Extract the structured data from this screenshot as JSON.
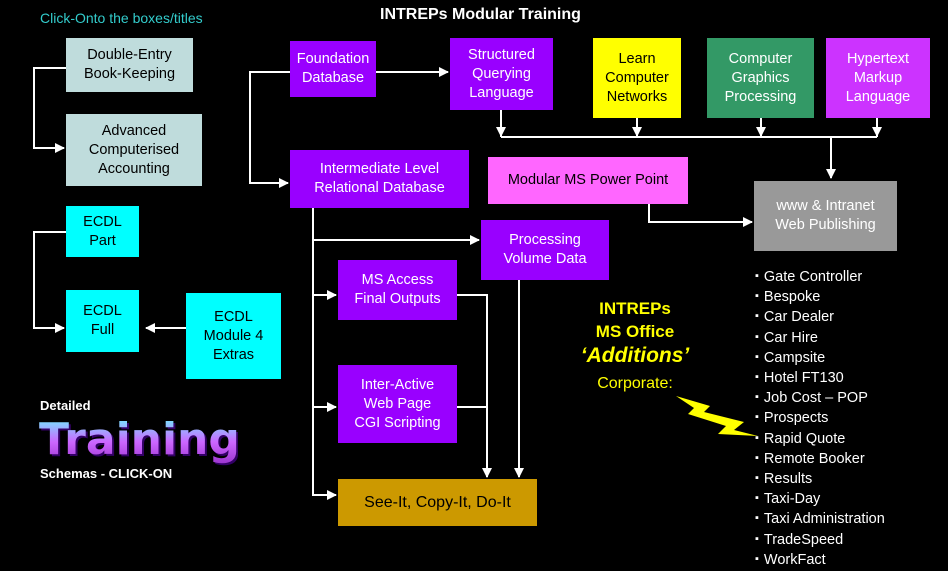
{
  "header": {
    "title": "INTREPs Modular Training",
    "click_hint": "Click-Onto the boxes/titles"
  },
  "colors": {
    "background": "#000000",
    "light_teal": "#bfdcdc",
    "cyan": "#00ffff",
    "purple": "#9900ff",
    "yellow": "#ffff00",
    "green": "#339966",
    "magenta": "#cc33ff",
    "pink": "#ff66ff",
    "grey": "#999999",
    "gold": "#cc9900",
    "hint_text": "#33cccc",
    "additions_text": "#ffff00"
  },
  "modules": {
    "double_entry": "Double-Entry\nBook-Keeping",
    "advanced_accounting": "Advanced\nComputerised\nAccounting",
    "ecdl_part": "ECDL\nPart",
    "ecdl_full": "ECDL\nFull",
    "ecdl_module4": "ECDL\nModule 4\nExtras",
    "foundation_db": "Foundation\nDatabase",
    "sql": "Structured\nQuerying\nLanguage",
    "networks": "Learn\nComputer\nNetworks",
    "graphics": "Computer\nGraphics\nProcessing",
    "html": "Hypertext\nMarkup\nLanguage",
    "intermediate_db": "Intermediate Level\nRelational Database",
    "powerpoint": "Modular MS Power Point",
    "web_publishing": "www & Intranet\nWeb Publishing",
    "volume_data": "Processing\nVolume Data",
    "access_outputs": "MS Access\nFinal Outputs",
    "web_cgi": "Inter-Active\nWeb Page\nCGI Scripting",
    "see_it": "See-It, Copy-It, Do-It"
  },
  "additions": {
    "line1": "INTREPs",
    "line2": "MS Office",
    "line3": "‘Additions’",
    "line4": "Corporate:",
    "arrow_icon": "lightning-arrow-icon",
    "items": [
      "Gate Controller",
      "Bespoke",
      "Car Dealer",
      "Car Hire",
      "Campsite",
      "Hotel FT130",
      "Job Cost – POP",
      "Prospects",
      "Rapid Quote",
      "Remote Booker",
      "Results",
      "Taxi-Day",
      "Taxi Administration",
      "TradeSpeed",
      "WorkFact"
    ]
  },
  "training_logo": {
    "top": "Detailed",
    "word": "Training",
    "bottom": "Schemas - CLICK-ON"
  }
}
